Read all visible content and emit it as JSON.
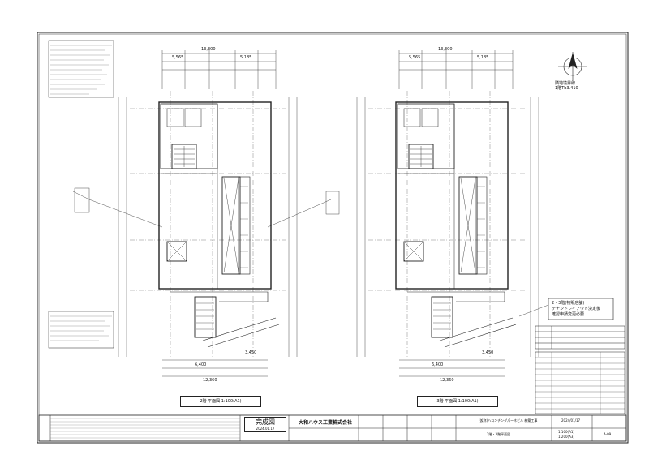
{
  "title_block": {
    "stamp_title": "完成図",
    "stamp_date": "2024.01.17",
    "company": "大和ハウス工業株式会社",
    "project_name": "(仮称)ハコンチングパーネビル 新築工事",
    "sheet_title": "2階・3階平面図",
    "date": "2024/01/17",
    "scale_1": "1:100(A1)",
    "scale_2": "1:200(A3)",
    "sheet_no": "A-09"
  },
  "plans": [
    {
      "caption": "2階 平面図  1:100(A1)"
    },
    {
      "caption": "3階 平面図  1:100(A1)"
    }
  ],
  "notes": {
    "tenant_note_1": "2・3階(物販店舗)",
    "tenant_note_2": "テナントレイアウト決定後",
    "tenant_note_3": "確認申請変更必要",
    "north_note_1": "隣地境界線",
    "north_note_2": "1階Tb3.410"
  },
  "dims": {
    "total_width": "13,300",
    "width_a": "12,360",
    "width_b": "6,400",
    "width_c": "3,450",
    "bay_1": "5,565",
    "bay_2": "5,185"
  }
}
